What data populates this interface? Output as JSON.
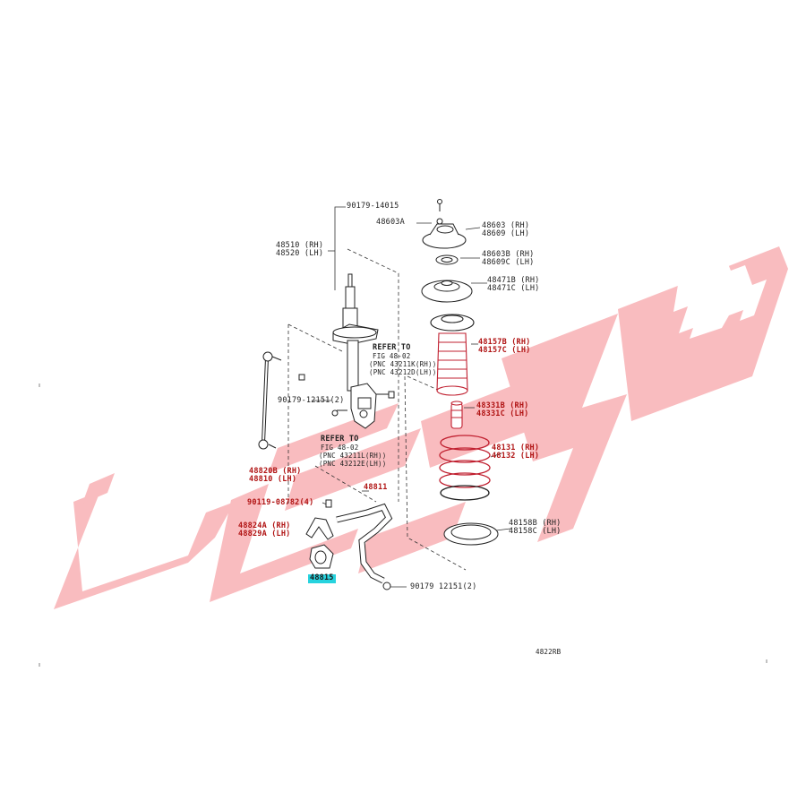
{
  "diagram": {
    "watermark_color": "#f27d82",
    "accent_parts": "#e23a4a",
    "highlight_color": "#27d3de",
    "figure_code": "4822RB"
  },
  "labels": {
    "p90179_14015": "90179-14015",
    "p48603A": "48603A",
    "p48609_rh": "48603 (RH)",
    "p48609_lh": "48609 (LH)",
    "p48510_rh": "48510 (RH)",
    "p48520_lh": "48520 (LH)",
    "p48603B_rh": "48603B (RH)",
    "p48609C_lh": "48609C (LH)",
    "p48471B_rh": "48471B (RH)",
    "p48471C_lh": "48471C (LH)",
    "refer1_a": "REFER TO",
    "refer1_b": "FIG 48-02",
    "refer1_c": "(PNC 43211K(RH))",
    "refer1_d": "(PNC 43212D(LH))",
    "p48157B_rh": "48157B (RH)",
    "p48157C_lh": "48157C (LH)",
    "p90179_12151a": "90179-12151(2)",
    "p48331B_rh": "48331B (RH)",
    "p48331C_lh": "48331C (LH)",
    "refer2_a": "REFER TO",
    "refer2_b": "FIG 48-02",
    "refer2_c": "(PNC 43211L(RH))",
    "refer2_d": "(PNC 43212E(LH))",
    "p48131_rh": "48131 (RH)",
    "p48132_lh": "48132 (LH)",
    "p48820B_rh": "48820B (RH)",
    "p48810_lh": "48810 (LH)",
    "p48811": "48811",
    "p90119_08782": "90119-08782(4)",
    "p48824A_rh": "48824A (RH)",
    "p48829A_lh": "48829A (LH)",
    "p48158B_rh": "48158B (RH)",
    "p48158C_lh": "48158C (LH)",
    "p48815": "48815",
    "p90179_12151b": "90179 12151(2)"
  }
}
